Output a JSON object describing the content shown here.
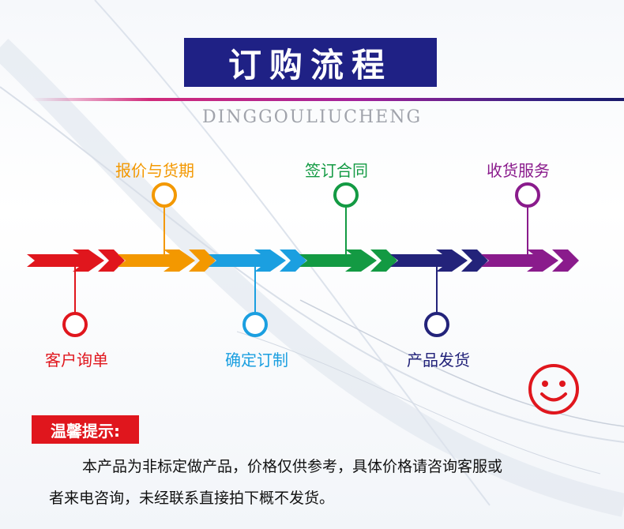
{
  "header": {
    "title": "订购流程",
    "subtitle": "DINGGOULIUCHENG"
  },
  "flow": {
    "steps": [
      {
        "label": "客户询单",
        "color": "#e0161d",
        "position": "below"
      },
      {
        "label": "报价与货期",
        "color": "#f39800",
        "position": "above"
      },
      {
        "label": "确定订制",
        "color": "#1b9fe0",
        "position": "below"
      },
      {
        "label": "签订合同",
        "color": "#139a43",
        "position": "above"
      },
      {
        "label": "产品发货",
        "color": "#23237a",
        "position": "below"
      },
      {
        "label": "收货服务",
        "color": "#8a1b8c",
        "position": "above"
      }
    ]
  },
  "notice": {
    "title": "温馨提示:",
    "line1": "本产品为非标定做产品，价格仅供参考，具体价格请咨询客服或",
    "line2": "者来电咨询，未经联系直接拍下概不发货。"
  },
  "decoration": {
    "smiley_icon": "smiley-face-icon",
    "smiley_color": "#e0161d"
  }
}
